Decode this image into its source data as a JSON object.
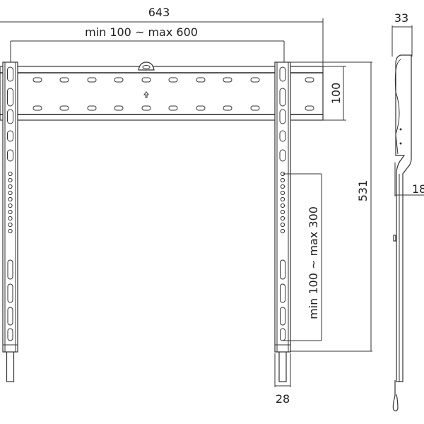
{
  "dimensions": {
    "overall_width": "643",
    "horizontal_range": "min 100 ~ max 600",
    "bar_height": "100",
    "overall_height": "531",
    "vertical_range": "min 100 ~ max 300",
    "rail_width": "28",
    "depth": "33",
    "min_depth": "18"
  },
  "colors": {
    "line": "#333333",
    "background": "#ffffff"
  }
}
